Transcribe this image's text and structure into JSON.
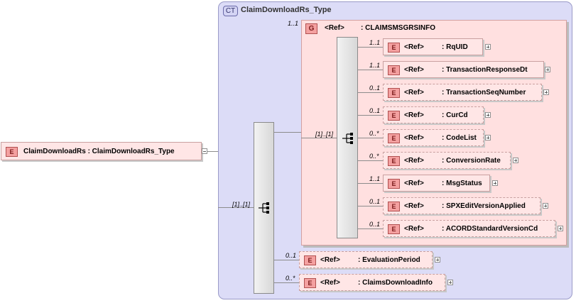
{
  "root": {
    "badge": "E",
    "label": "ClaimDownloadRs : ClaimDownloadRs_Type"
  },
  "complex_type": {
    "badge": "CT",
    "title": "ClaimDownloadRs_Type"
  },
  "outer_sequence": {
    "multiplicity": "[1]..[1]"
  },
  "group": {
    "badge": "G",
    "multiplicity": "1..1",
    "ref_label": "<Ref>",
    "name": ": CLAIMSMSGRSINFO"
  },
  "inner_sequence": {
    "multiplicity": "[1]..[1]"
  },
  "group_elements": [
    {
      "badge": "E",
      "ref": "<Ref>",
      "name": ": RqUID",
      "multiplicity": "1..1"
    },
    {
      "badge": "E",
      "ref": "<Ref>",
      "name": ": TransactionResponseDt",
      "multiplicity": "1..1"
    },
    {
      "badge": "E",
      "ref": "<Ref>",
      "name": ": TransactionSeqNumber",
      "multiplicity": "0..1"
    },
    {
      "badge": "E",
      "ref": "<Ref>",
      "name": ": CurCd",
      "multiplicity": "0..1"
    },
    {
      "badge": "E",
      "ref": "<Ref>",
      "name": ": CodeList",
      "multiplicity": "0..*"
    },
    {
      "badge": "E",
      "ref": "<Ref>",
      "name": ": ConversionRate",
      "multiplicity": "0..*"
    },
    {
      "badge": "E",
      "ref": "<Ref>",
      "name": ": MsgStatus",
      "multiplicity": "1..1"
    },
    {
      "badge": "E",
      "ref": "<Ref>",
      "name": ": SPXEditVersionApplied",
      "multiplicity": "0..1"
    },
    {
      "badge": "E",
      "ref": "<Ref>",
      "name": ": ACORDStandardVersionCd",
      "multiplicity": "0..1"
    }
  ],
  "outer_elements": [
    {
      "badge": "E",
      "ref": "<Ref>",
      "name": ": EvaluationPeriod",
      "multiplicity": "0..1"
    },
    {
      "badge": "E",
      "ref": "<Ref>",
      "name": ": ClaimsDownloadInfo",
      "multiplicity": "0..*"
    }
  ]
}
